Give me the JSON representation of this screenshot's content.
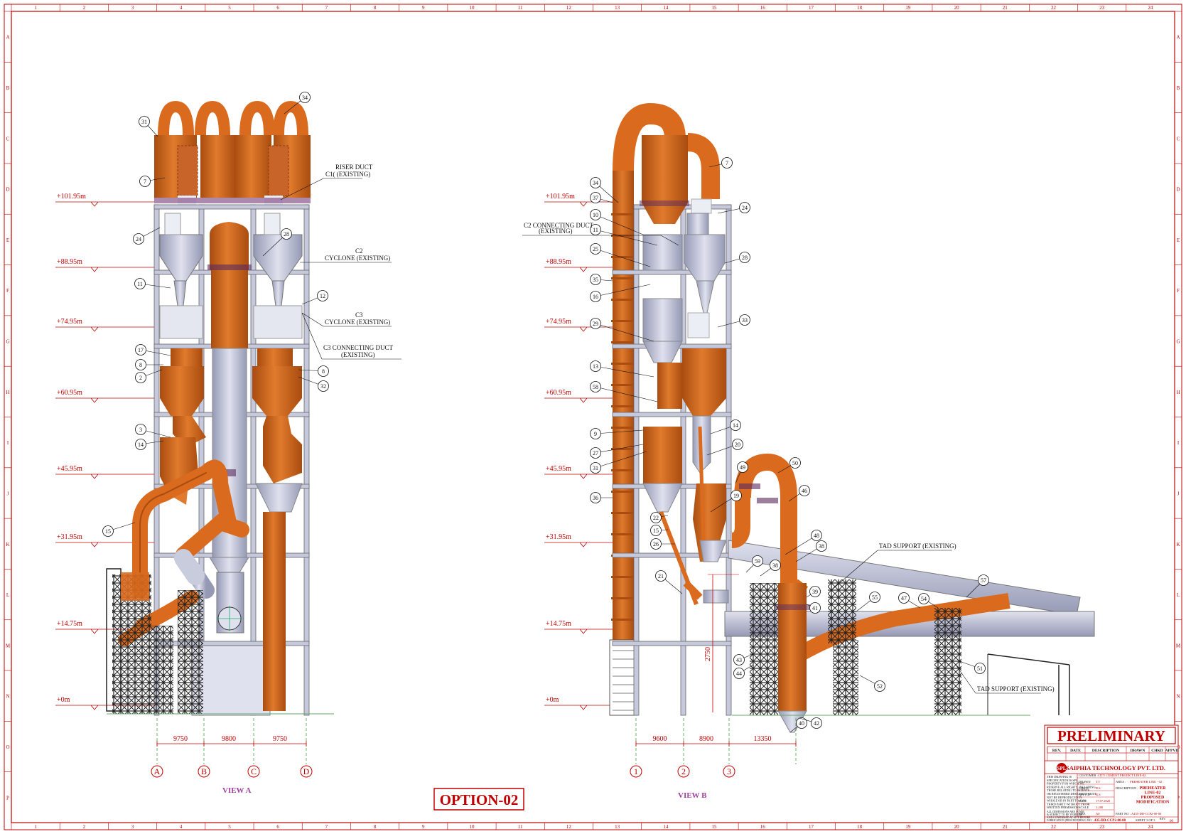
{
  "frame": {
    "columns": [
      "1",
      "2",
      "3",
      "4",
      "5",
      "6",
      "7",
      "8",
      "9",
      "10",
      "11",
      "12",
      "13",
      "14",
      "15",
      "16",
      "17",
      "18",
      "19",
      "20",
      "21",
      "22",
      "23",
      "24"
    ],
    "rows": [
      "A",
      "B",
      "C",
      "D",
      "E",
      "F",
      "G",
      "H",
      "I",
      "J",
      "K",
      "L",
      "M",
      "N",
      "O",
      "P"
    ]
  },
  "colors": {
    "orange": "#d96a1e",
    "orange_dark": "#a94c10",
    "steel": "#bfc2d8",
    "steel_dark": "#8e92ad",
    "frame": "#c00000",
    "column": "#c6c9dc"
  },
  "view_a": {
    "title": "VIEW A",
    "elevations": [
      "+101.95m",
      "+88.95m",
      "+74.95m",
      "+60.95m",
      "+45.95m",
      "+31.95m",
      "+14.75m",
      "+0m"
    ],
    "dimensions": [
      "9750",
      "9800",
      "9750"
    ],
    "grid": [
      "A",
      "B",
      "C",
      "D"
    ],
    "notes": {
      "riser_1": "RISER DUCT",
      "riser_2": "C1( (EXISTING)",
      "c2_1": "C2",
      "c2_2": "CYCLONE (EXISTING)",
      "c3_1": "C3",
      "c3_2": "CYCLONE (EXISTING)",
      "c3d_1": "C3 CONNECTING DUCT",
      "c3d_2": "(EXISTING)"
    },
    "balloons": [
      "31",
      "34",
      "7",
      "24",
      "28",
      "11",
      "12",
      "17",
      "8",
      "2",
      "8",
      "32",
      "3",
      "14",
      "15"
    ]
  },
  "view_b": {
    "title": "VIEW B",
    "elevations": [
      "+101.95m",
      "+88.95m",
      "+74.95m",
      "+60.95m",
      "+45.95m",
      "+31.95m",
      "+14.75m",
      "+0m"
    ],
    "dimensions": [
      "9600",
      "8900",
      "13350"
    ],
    "vertical_dim": "2750",
    "grid": [
      "1",
      "2",
      "3"
    ],
    "notes": {
      "c2d_1": "C2 CONNECTING DUCT",
      "c2d_2": "(EXISTING)",
      "tad1": "TAD SUPPORT (EXISTING)",
      "tad2": "TAD SUPPORT (EXISTING)"
    },
    "balloons": [
      "34",
      "37",
      "10",
      "11",
      "25",
      "35",
      "16",
      "29",
      "13",
      "58",
      "9",
      "27",
      "31",
      "36",
      "7",
      "24",
      "28",
      "33",
      "14",
      "20",
      "49",
      "19",
      "22",
      "15",
      "26",
      "21",
      "50",
      "46",
      "48",
      "38",
      "59",
      "38",
      "39",
      "41",
      "43",
      "44",
      "40",
      "42",
      "47",
      "54",
      "57",
      "55",
      "51",
      "52"
    ]
  },
  "option": "OPTION-02",
  "title_block": {
    "status": "PRELIMINARY",
    "rev_headers": [
      "REV.",
      "DATE",
      "DESCRIPTION",
      "DRAWN",
      "CHKD",
      "APPVD"
    ],
    "company": "SAIPHIA TECHNOLOGY PVT. LTD.",
    "customer_label": "CUSTOMER :",
    "customer": "CITY CEMENT PROJECT LINE-02",
    "area_label": "AREA :",
    "area": "PREHEATER LINE - 02",
    "drawn_label": "DRAWN",
    "drawn": "T.T",
    "chkd_label": "CHK'D",
    "chkd": "R.S",
    "appvd_label": "APPV'D",
    "appvd": "R.S",
    "date_label": "DATE",
    "date": "17.07.2020",
    "desc_label": "DESCRIPTION :",
    "desc": [
      "PREHEATER",
      "LINE-02",
      "PROPOSED",
      "MODIFICATION"
    ],
    "scale_label": "SCALE",
    "scale": "1:200",
    "size_label": "SIZE",
    "size": "A0",
    "partno_label": "PART NO :",
    "partno": "A435-DD-CCP2-00-00",
    "dwgno_label": "DWG NO :",
    "dwgno": "435-DD-CCP2-00-00",
    "sheet": "SHEET 3 OF 3",
    "rev_label": "REV.",
    "rev": "00",
    "notice": [
      "THIS DRAWING IS",
      "SPECIFICATION IS SPL",
      "PROPERTY FOR WHICH WE",
      "RESERVE ALL RIGHTS, INCLUDING",
      "THOSE RELATING TO PATENTS",
      "OR REGISTERED DESIGNS. IT MUST",
      "NOT BE REPRODUCED IN",
      "WHOLE OR IN PART TO ANY",
      "THIRD PARTY WITHOUT PRIOR",
      "WRITTEN PERMISSION."
    ],
    "dims_note": [
      "ALL DIMENSIONS ARE IN MM",
      "& SUBJECT TO BE VERIFIED",
      "AND CONFIRMED AT SITE BEFORE",
      "FABRICATION (PROCEED)"
    ]
  }
}
